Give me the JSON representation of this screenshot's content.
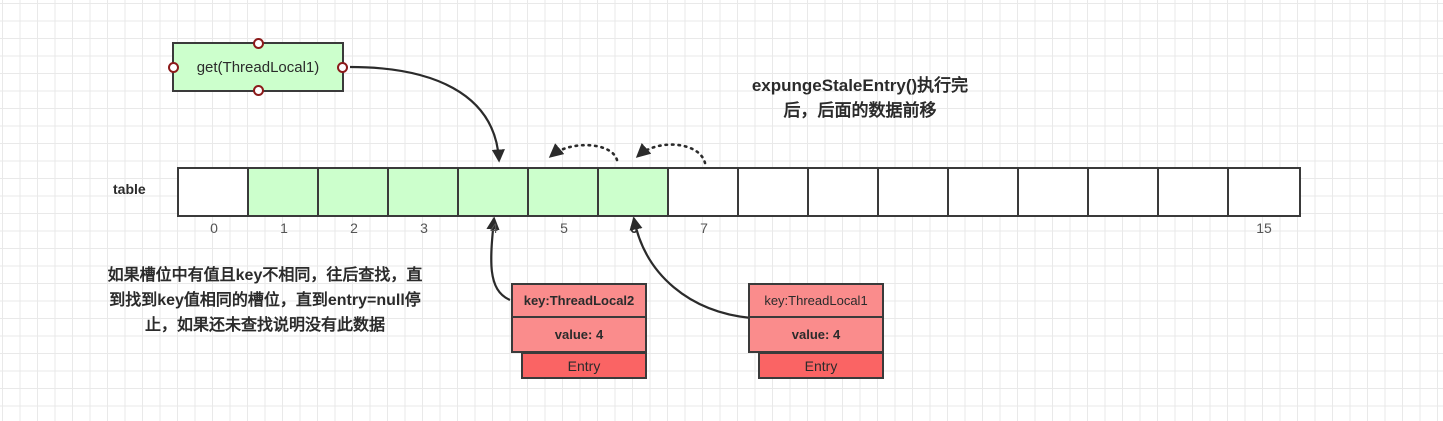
{
  "diagram": {
    "title": "expungeStaleEntry()执行完\n后，后面的数据前移",
    "get_node_label": "get(ThreadLocal1)",
    "table_label": "table",
    "left_note": "如果槽位中有值且key不相同，往后查找，直\n到找到key值相同的槽位，直到entry=null停\n止，如果还未查找说明没有此数据",
    "colors": {
      "cell_filled": "#ccffcc",
      "cell_empty": "#ffffff",
      "entry_kv": "#fa8c8c",
      "entry_footer": "#fa6464",
      "stroke": "#3a3a3a",
      "port_ring": "#8b1a1a"
    },
    "table": {
      "cells": [
        {
          "index": "0",
          "filled": false,
          "index_bold": false
        },
        {
          "index": "1",
          "filled": true,
          "index_bold": false
        },
        {
          "index": "2",
          "filled": true,
          "index_bold": false
        },
        {
          "index": "3",
          "filled": true,
          "index_bold": false
        },
        {
          "index": "4",
          "filled": true,
          "index_bold": false
        },
        {
          "index": "5",
          "filled": true,
          "index_bold": false
        },
        {
          "index": "6",
          "filled": true,
          "index_bold": true
        },
        {
          "index": "7",
          "filled": false,
          "index_bold": false
        },
        {
          "index": "",
          "filled": false,
          "index_bold": false
        },
        {
          "index": "",
          "filled": false,
          "index_bold": false
        },
        {
          "index": "",
          "filled": false,
          "index_bold": false
        },
        {
          "index": "",
          "filled": false,
          "index_bold": false
        },
        {
          "index": "",
          "filled": false,
          "index_bold": false
        },
        {
          "index": "",
          "filled": false,
          "index_bold": false
        },
        {
          "index": "",
          "filled": false,
          "index_bold": false
        },
        {
          "index": "15",
          "filled": false,
          "index_bold": false
        }
      ]
    },
    "entries": [
      {
        "key": "key:ThreadLocal2",
        "value": "value: 4",
        "footer": "Entry",
        "key_bold": true,
        "value_bold": true
      },
      {
        "key": "key:ThreadLocal1",
        "value": "value: 4",
        "footer": "Entry",
        "key_bold": false,
        "value_bold": true
      }
    ]
  }
}
